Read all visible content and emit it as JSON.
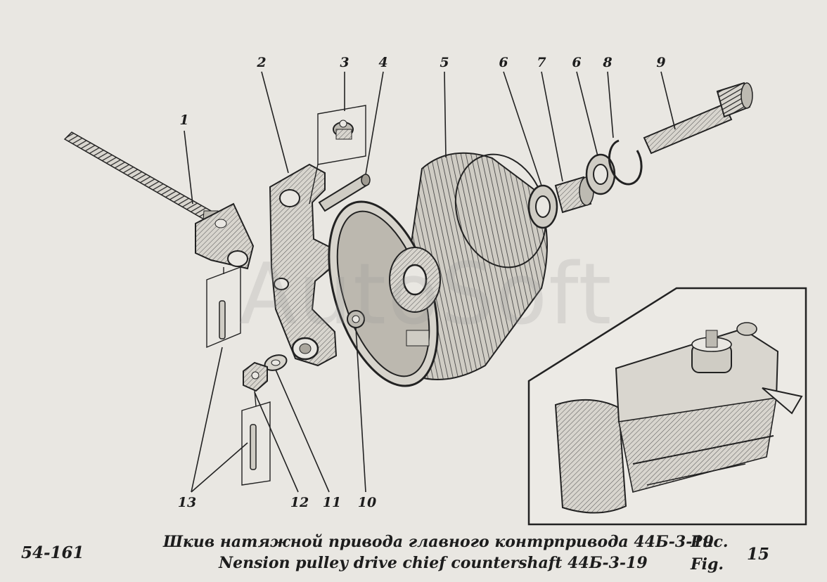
{
  "diagram": {
    "callouts": [
      {
        "id": "1",
        "label": "1"
      },
      {
        "id": "2",
        "label": "2"
      },
      {
        "id": "3",
        "label": "3"
      },
      {
        "id": "4",
        "label": "4"
      },
      {
        "id": "5",
        "label": "5"
      },
      {
        "id": "6a",
        "label": "6"
      },
      {
        "id": "7",
        "label": "7"
      },
      {
        "id": "6b",
        "label": "6"
      },
      {
        "id": "8",
        "label": "8"
      },
      {
        "id": "9",
        "label": "9"
      },
      {
        "id": "13",
        "label": "13"
      },
      {
        "id": "12",
        "label": "12"
      },
      {
        "id": "11",
        "label": "11"
      },
      {
        "id": "10",
        "label": "10"
      }
    ],
    "watermark": "AutoSoft"
  },
  "caption": {
    "catalog_number": "54-161",
    "title_ru": "Шкив натяжной привода главного контрпривода 44Б-3-19",
    "title_en": "Nension pulley drive chief countershaft 44Б-3-19",
    "fig_ru": "Рис.",
    "fig_en": "Fig.",
    "fig_number": "15"
  },
  "colors": {
    "ink": "#1d1d1d",
    "paper": "#e9e7e2"
  }
}
